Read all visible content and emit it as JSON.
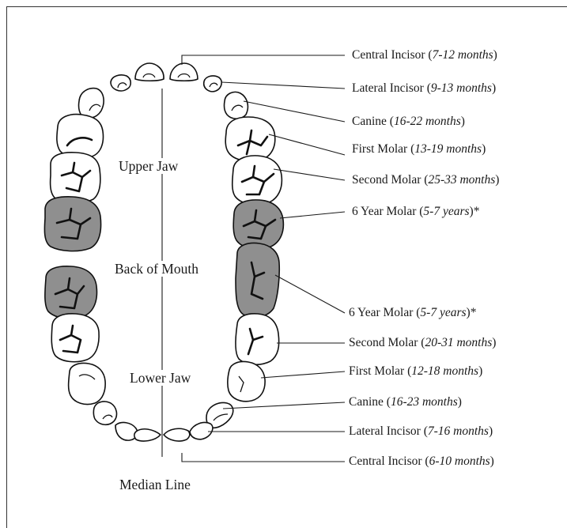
{
  "colors": {
    "tooth_light": "#ffffff",
    "tooth_dark": "#8f8f8f",
    "line": "#1a1a1a"
  },
  "regions": {
    "upper_jaw": "Upper Jaw",
    "back_of_mouth": "Back of Mouth",
    "lower_jaw": "Lower Jaw",
    "median_line": "Median Line"
  },
  "upper_labels": [
    {
      "name": "Central Incisor",
      "age": "7-12 months"
    },
    {
      "name": "Lateral Incisor",
      "age": "9-13 months"
    },
    {
      "name": "Canine",
      "age": "16-22 months"
    },
    {
      "name": "First Molar",
      "age": "13-19 months"
    },
    {
      "name": "Second Molar",
      "age": "25-33 months"
    },
    {
      "name": "6 Year Molar",
      "age": "5-7 years",
      "suffix": "*"
    }
  ],
  "lower_labels": [
    {
      "name": "6 Year Molar",
      "age": "5-7 years",
      "suffix": "*"
    },
    {
      "name": "Second Molar",
      "age": "20-31 months"
    },
    {
      "name": "First Molar",
      "age": "12-18 months"
    },
    {
      "name": "Canine",
      "age": "16-23 months"
    },
    {
      "name": "Lateral Incisor",
      "age": "7-16 months"
    },
    {
      "name": "Central Incisor",
      "age": "6-10 months"
    }
  ]
}
